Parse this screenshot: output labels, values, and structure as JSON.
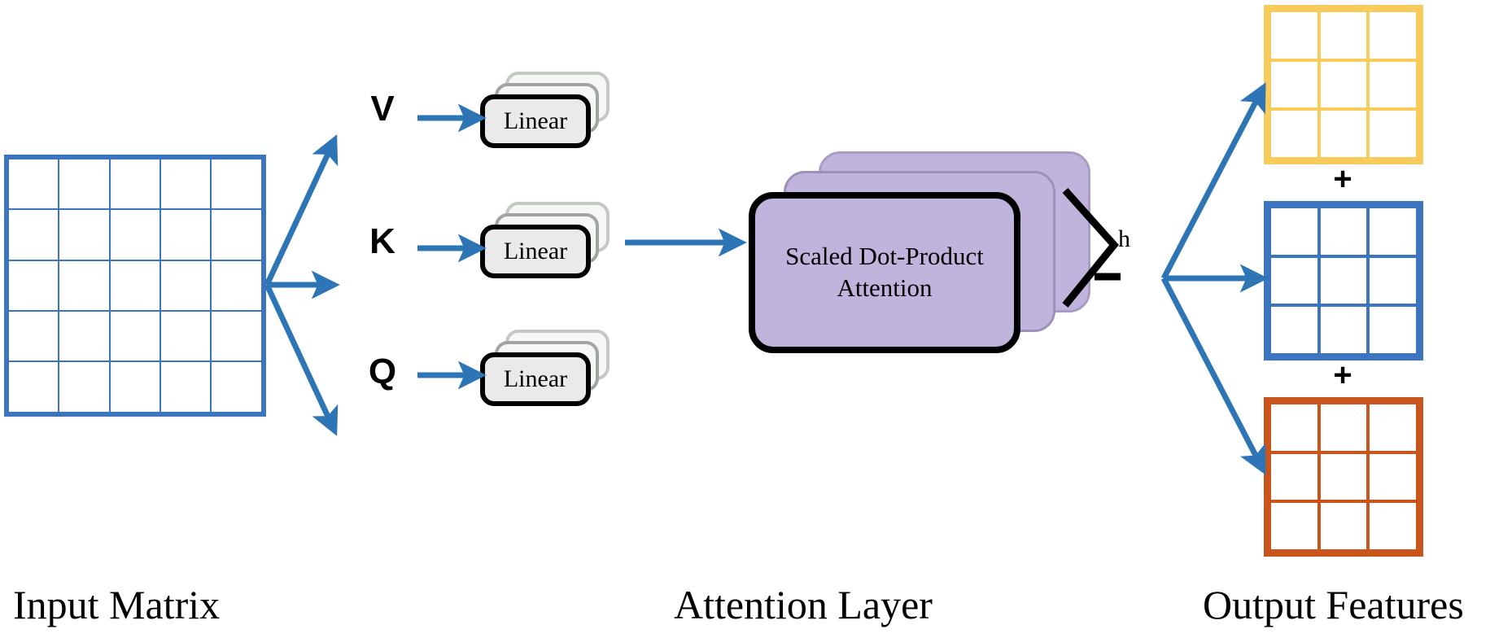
{
  "figure": {
    "title": "Multi-Head Attention Architecture Diagram",
    "background": "#ffffff"
  },
  "colors": {
    "input_grid": "#3d74c0",
    "arrow": "#2e75b6",
    "output_yellow": "#f8cc5c",
    "output_blue": "#3d74c0",
    "output_orange": "#c9551c",
    "attention_fill": "#c0b4dd",
    "linear_fill": "#eaeaea",
    "outline": "#000000"
  },
  "captions": {
    "input": "Input Matrix",
    "attention": "Attention Layer",
    "output": "Output Features"
  },
  "input_matrix": {
    "label": "Input Matrix",
    "rows": 5,
    "cols": 5,
    "color": "#3d74c0"
  },
  "projections": [
    {
      "letter": "V",
      "linear_label": "Linear",
      "stack_count": 3
    },
    {
      "letter": "K",
      "linear_label": "Linear",
      "stack_count": 3
    },
    {
      "letter": "Q",
      "linear_label": "Linear",
      "stack_count": 3
    }
  ],
  "attention": {
    "label_line1": "Scaled Dot-Product",
    "label_line2": "Attention",
    "full_label": "Scaled Dot-Product Attention",
    "stack_count": 3,
    "heads_label": "h"
  },
  "output_features": {
    "label": "Output Features",
    "operator": "+",
    "matrices": [
      {
        "name": "head-output-yellow",
        "rows": 3,
        "cols": 3,
        "color": "#f8cc5c"
      },
      {
        "name": "head-output-blue",
        "rows": 3,
        "cols": 3,
        "color": "#3d74c0"
      },
      {
        "name": "head-output-orange",
        "rows": 3,
        "cols": 3,
        "color": "#c9551c"
      }
    ]
  }
}
